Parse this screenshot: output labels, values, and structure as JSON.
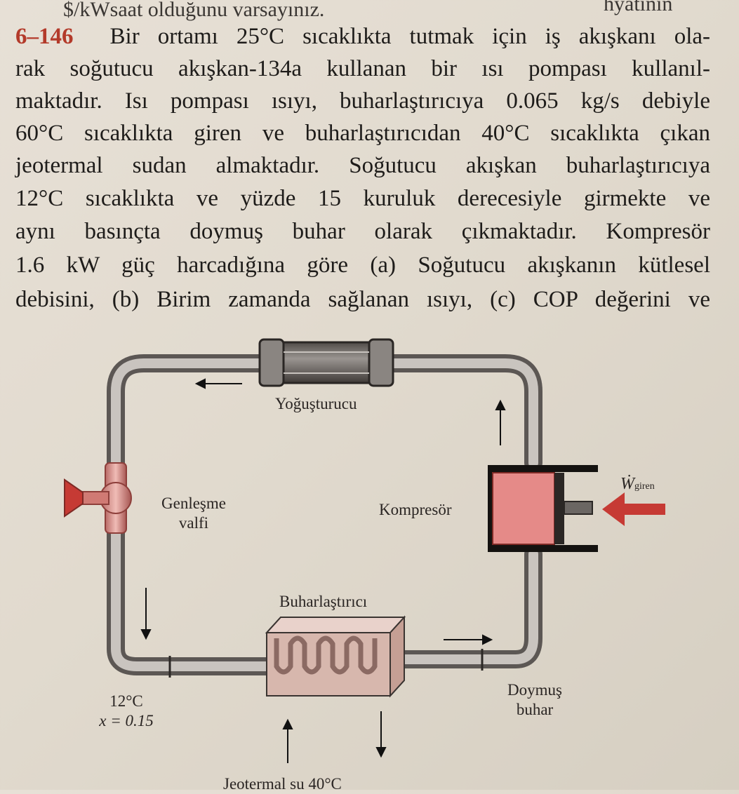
{
  "document": {
    "header_fragment": "$/kWsaat olduğunu varsayınız.",
    "header_right_fragment": "hyatının",
    "problem": {
      "number": "6–146",
      "lines": [
        "Bir ortamı 25°C sıcaklıkta tutmak için iş akışkanı ola-",
        "rak soğutucu akışkan-134a kullanan bir ısı pompası kullanıl-",
        "maktadır. Isı pompası ısıyı, buharlaştırıcıya 0.065 kg/s debiyle",
        "60°C sıcaklıkta giren ve buharlaştırıcıdan 40°C sıcaklıkta çıkan",
        "jeotermal sudan almaktadır. Soğutucu akışkan buharlaştırıcıya",
        "12°C sıcaklıkta ve yüzde 15 kuruluk derecesiyle girmekte ve",
        "aynı basınçta doymuş buhar olarak çıkmaktadır. Kompresör",
        "1.6 kW güç harcadığına göre (a) Soğutucu akışkanın kütlesel",
        "debisini, (b) Birim zamanda sağlanan ısıyı, (c) COP değerini ve"
      ]
    }
  },
  "figure": {
    "labels": {
      "condenser": "Yoğuşturucu",
      "expansion_valve_line1": "Genleşme",
      "expansion_valve_line2": "valfi",
      "compressor": "Kompresör",
      "work_symbol": "Ẇ",
      "work_subscript": "giren",
      "evaporator": "Buharlaştırıcı",
      "inlet_temp": "12°C",
      "inlet_quality": "x = 0.15",
      "outlet_line1": "Doymuş",
      "outlet_line2": "buhar",
      "geothermal_bottom": "Jeotermal su  40°C"
    },
    "colors": {
      "pipe": "#8d8884",
      "accent_red": "#c63a34",
      "compressor_fill": "#e58a88",
      "evaporator_fill": "#dcbcb2"
    }
  }
}
